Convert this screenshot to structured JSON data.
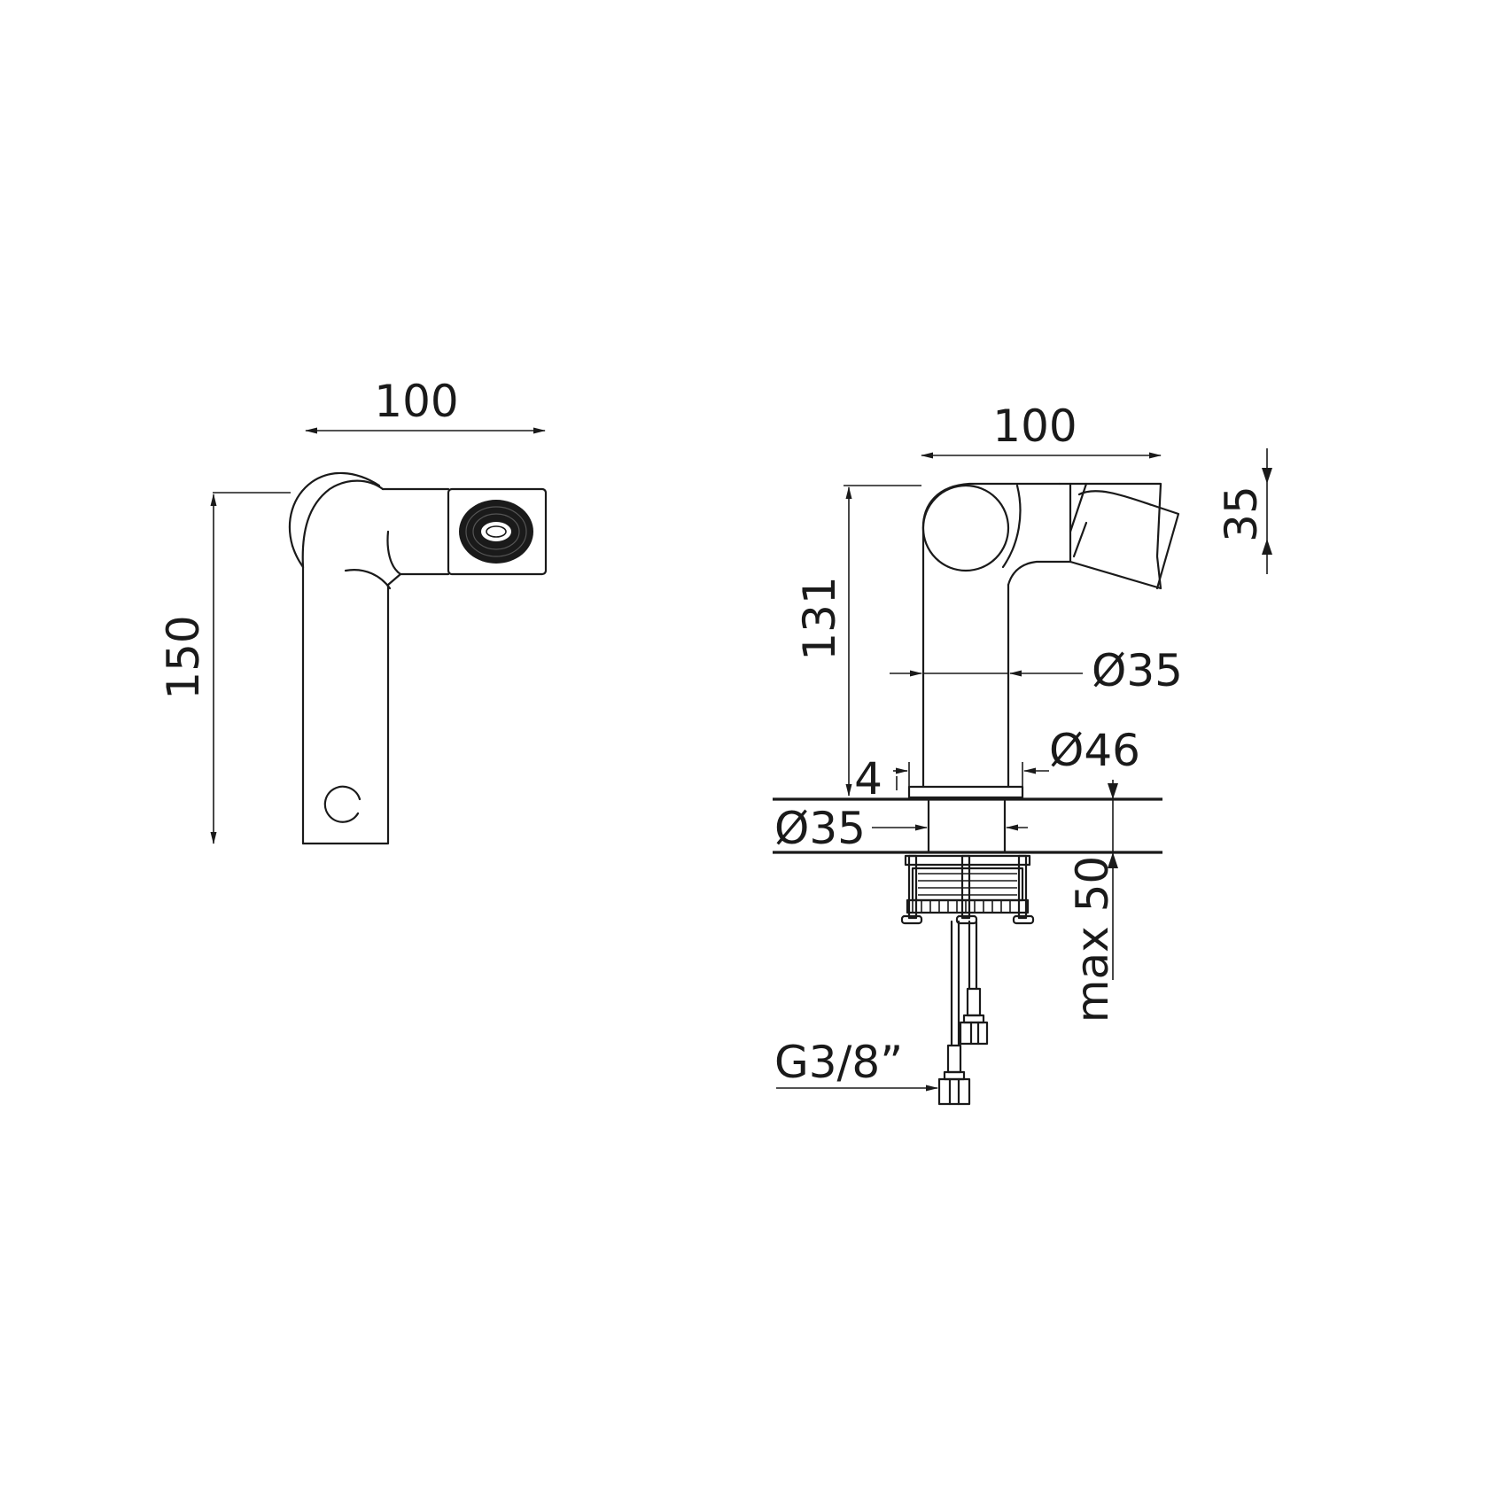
{
  "colors": {
    "line": "#1a1a1a",
    "background": "#ffffff"
  },
  "front_view": {
    "width_label": "100",
    "height_label": "150"
  },
  "side_view": {
    "width_label": "100",
    "handle_height_label": "35",
    "spout_height_label": "131",
    "body_diameter_label": "Ø35",
    "base_diameter_label": "Ø46",
    "base_thickness_label": "4",
    "shank_diameter_label": "Ø35",
    "max_thickness_label": "max 50",
    "connection_label": "G3/8”"
  }
}
